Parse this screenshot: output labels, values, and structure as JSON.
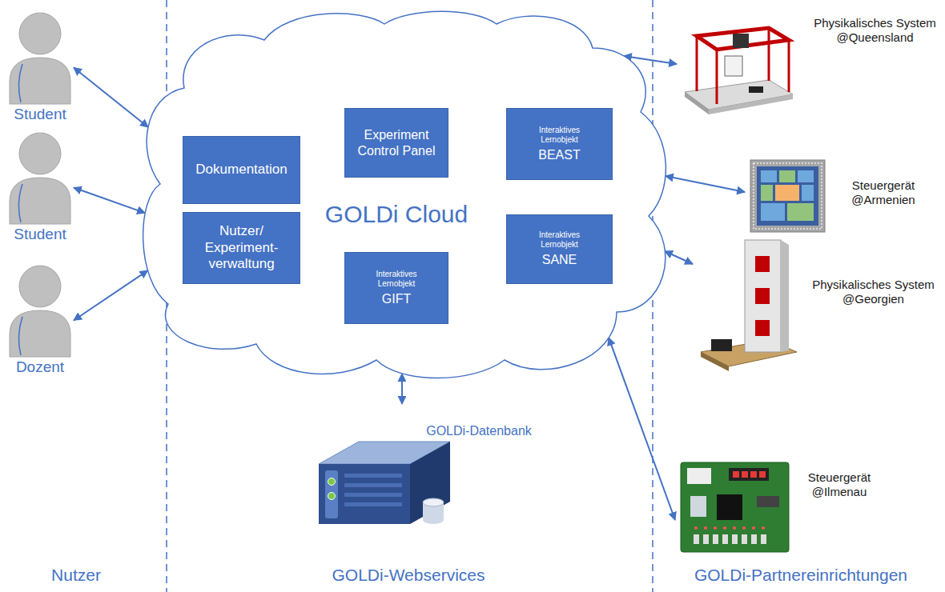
{
  "diagram": {
    "nodes": [
      {
        "text": [
          "Student"
        ]
      },
      {
        "text": [
          "Student"
        ]
      },
      {
        "text": [
          "Dozent"
        ]
      },
      {
        "text": [
          "GOLDi Cloud"
        ]
      },
      {
        "text": [
          "Dokumentation"
        ],
        "in": 3
      },
      {
        "text": [
          "Nutzer/ Experiment- verwaltung"
        ],
        "in": 3
      },
      {
        "text": [
          "Experiment Control Panel"
        ],
        "in": 3
      },
      {
        "text": [
          "Interaktives Lernobjekt",
          "GIFT"
        ],
        "in": 3
      },
      {
        "text": [
          "Interaktives Lernobjekt",
          "BEAST"
        ],
        "in": 3
      },
      {
        "text": [
          "Interaktives Lernobjekt",
          "SANE"
        ],
        "in": 3
      },
      {
        "text": [
          "Physikalisches System @Queensland"
        ]
      },
      {
        "text": [
          "Steuergerät @Armenien"
        ]
      },
      {
        "text": [
          "Physikalisches System @Georgien"
        ]
      },
      {
        "text": [
          "Steuergerät @Ilmenau"
        ]
      },
      {
        "text": [
          "GOLDi-Datenbank"
        ]
      }
    ],
    "edges": [
      {
        "from": 0,
        "to": 3,
        "arrow": "both"
      },
      {
        "from": 1,
        "to": 3,
        "arrow": "both"
      },
      {
        "from": 2,
        "to": 3,
        "arrow": "both"
      },
      {
        "from": 3,
        "to": 10,
        "arrow": "both"
      },
      {
        "from": 3,
        "to": 11,
        "arrow": "both"
      },
      {
        "from": 3,
        "to": 12,
        "arrow": "both"
      },
      {
        "from": 3,
        "to": 13,
        "arrow": "both"
      },
      {
        "from": 3,
        "to": 14,
        "arrow": "both"
      }
    ],
    "labels": [
      "Nutzer",
      "GOLDi-Webservices",
      "GOLDi-Partnereinrichtungen"
    ]
  }
}
